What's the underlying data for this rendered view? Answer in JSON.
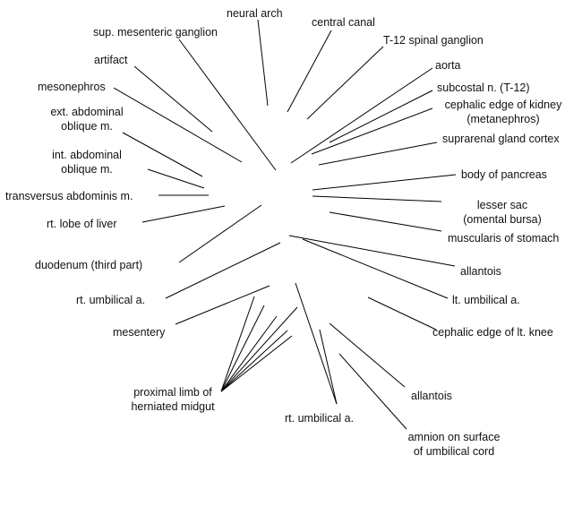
{
  "labels": {
    "neural_arch": "neural arch",
    "central_canal": "central canal",
    "sup_mesenteric_ganglion": "sup. mesenteric ganglion",
    "t12_spinal_ganglion": "T-12 spinal ganglion",
    "artifact": "artifact",
    "aorta": "aorta",
    "mesonephros": "mesonephros",
    "subcostal_n": "subcostal n. (T-12)",
    "cephalic_edge_kidney_1": "cephalic edge of kidney",
    "cephalic_edge_kidney_2": "(metanephros)",
    "ext_abdominal_1": "ext. abdominal",
    "ext_abdominal_2": "oblique m.",
    "suprarenal_gland_cortex": "suprarenal gland cortex",
    "int_abdominal_1": "int. abdominal",
    "int_abdominal_2": "oblique m.",
    "body_of_pancreas": "body of pancreas",
    "transversus_abdominis": "transversus abdominis m.",
    "lesser_sac_1": "lesser sac",
    "lesser_sac_2": "(omental bursa)",
    "rt_lobe_liver": "rt. lobe of liver",
    "muscularis_stomach": "muscularis of stomach",
    "duodenum": "duodenum (third part)",
    "allantois_upper": "allantois",
    "rt_umbilical_a_left": "rt. umbilical a.",
    "lt_umbilical_a": "lt. umbilical a.",
    "mesentery": "mesentery",
    "cephalic_edge_lt_knee": "cephalic edge of lt. knee",
    "proximal_limb_1": "proximal limb of",
    "proximal_limb_2": "herniated midgut",
    "allantois_lower": "allantois",
    "rt_umbilical_a_bottom": "rt. umbilical a.",
    "amnion_1": "amnion on surface",
    "amnion_2": "of umbilical cord"
  }
}
